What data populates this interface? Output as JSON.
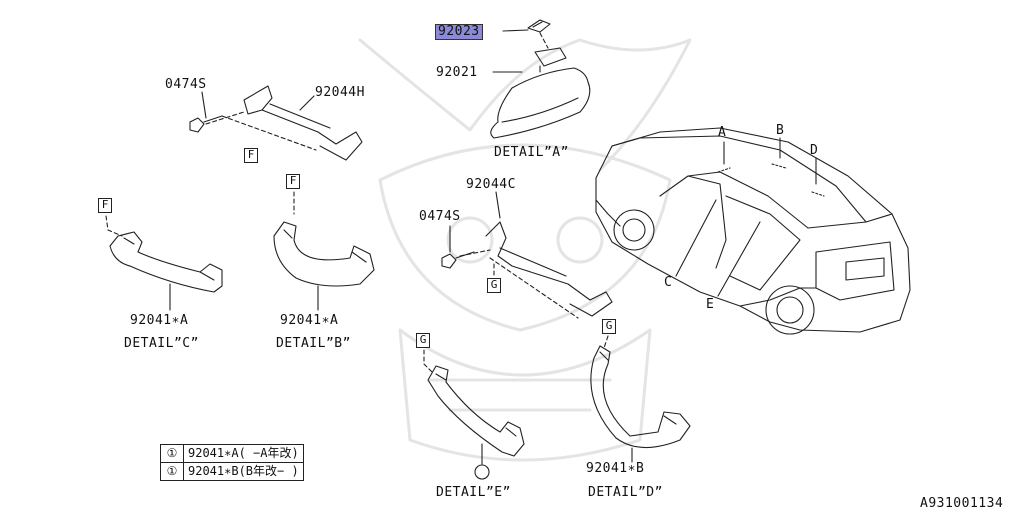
{
  "diagram": {
    "parts": {
      "mirror_cover": "92023",
      "mirror": "92021",
      "bolt_upper": "0474S",
      "bracket_h": "92044H",
      "bolt_lower": "0474S",
      "bracket_c": "92044C",
      "grip_c": "92041∗A",
      "grip_b": "92041∗A",
      "grip_d": "92041∗B"
    },
    "details": {
      "a": "DETAIL”A”",
      "b": "DETAIL”B”",
      "c": "DETAIL”C”",
      "d": "DETAIL”D”",
      "e": "DETAIL”E”"
    },
    "callouts": {
      "a": "A",
      "b": "B",
      "c": "C",
      "d": "D",
      "e": "E"
    },
    "refs": {
      "f1": "F",
      "f2": "F",
      "f3": "F",
      "g1": "G",
      "g2": "G",
      "g3": "G"
    },
    "legend": [
      {
        "mark": "①",
        "text": "92041∗A(  −A年改)"
      },
      {
        "mark": "①",
        "text": "92041∗B(B年改−  )"
      }
    ],
    "figure_id": "A931001134",
    "highlight_color": "#8a8ad8"
  }
}
